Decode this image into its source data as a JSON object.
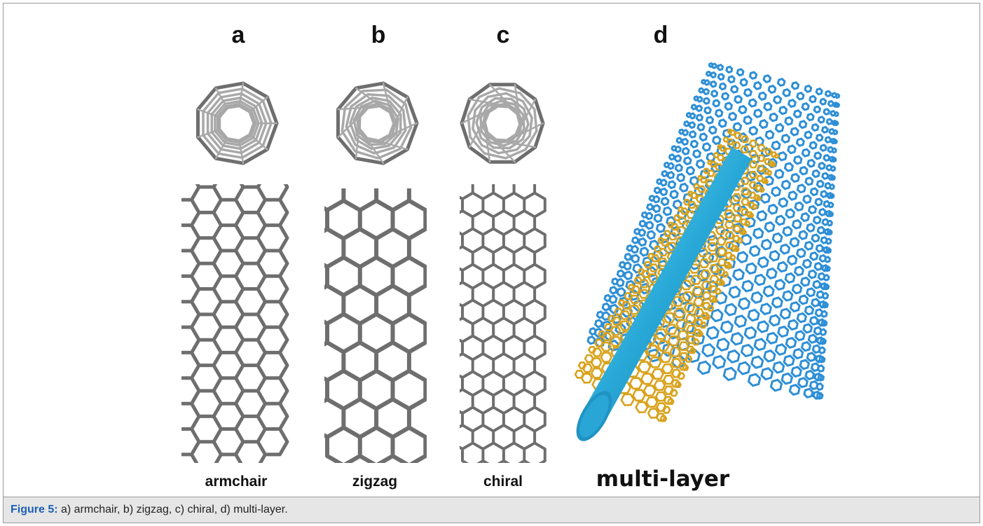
{
  "panels": [
    {
      "letter": "a",
      "name": "armchair"
    },
    {
      "letter": "b",
      "name": "zigzag"
    },
    {
      "letter": "c",
      "name": "chiral"
    },
    {
      "letter": "d",
      "name": "multi-layer"
    }
  ],
  "caption": {
    "label": "Figure 5:",
    "text": " a) armchair, b) zigzag, c) chiral, d) multi-layer."
  },
  "colors": {
    "bond_gray": "#6e6e6e",
    "bond_gray_light": "#a8a8a8",
    "outer_tube": "#2e8fd6",
    "inner_tube": "#d9a21b",
    "core_rod": "#29a9d8",
    "caption_accent": "#1a5fb4"
  }
}
